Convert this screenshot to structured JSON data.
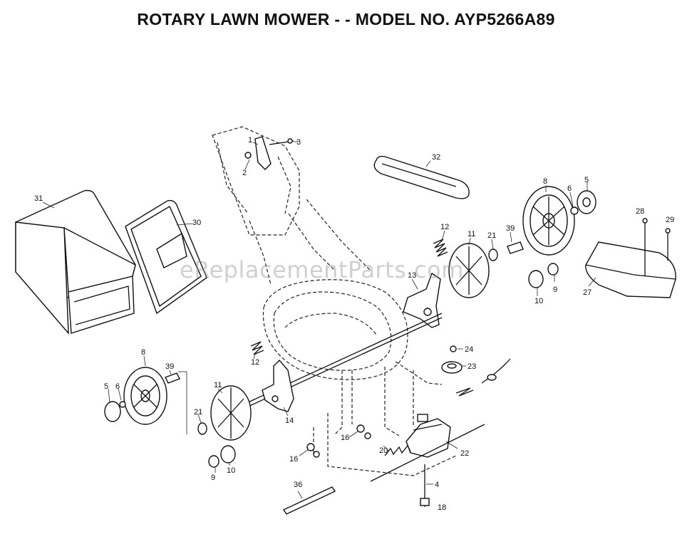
{
  "title": "ROTARY LAWN MOWER - - MODEL NO. AYP5266A89",
  "watermark": "eReplacementParts.com",
  "parts": [
    {
      "id": "p1",
      "label": "1"
    },
    {
      "id": "p2",
      "label": "2"
    },
    {
      "id": "p3",
      "label": "3"
    },
    {
      "id": "p32",
      "label": "32"
    },
    {
      "id": "p31",
      "label": "31"
    },
    {
      "id": "p30",
      "label": "30"
    },
    {
      "id": "p8a",
      "label": "8"
    },
    {
      "id": "p6a",
      "label": "6"
    },
    {
      "id": "p5a",
      "label": "5"
    },
    {
      "id": "p28",
      "label": "28"
    },
    {
      "id": "p29",
      "label": "29"
    },
    {
      "id": "p12a",
      "label": "12"
    },
    {
      "id": "p11a",
      "label": "11"
    },
    {
      "id": "p21a",
      "label": "21"
    },
    {
      "id": "p39a",
      "label": "39"
    },
    {
      "id": "p13",
      "label": "13"
    },
    {
      "id": "p27",
      "label": "27"
    },
    {
      "id": "p9a",
      "label": "9"
    },
    {
      "id": "p10a",
      "label": "10"
    },
    {
      "id": "p12b",
      "label": "12"
    },
    {
      "id": "p24",
      "label": "24"
    },
    {
      "id": "p23",
      "label": "23"
    },
    {
      "id": "p8b",
      "label": "8"
    },
    {
      "id": "p39b",
      "label": "39"
    },
    {
      "id": "p5b",
      "label": "5"
    },
    {
      "id": "p6b",
      "label": "6"
    },
    {
      "id": "p11b",
      "label": "11"
    },
    {
      "id": "p21b",
      "label": "21"
    },
    {
      "id": "p14",
      "label": "14"
    },
    {
      "id": "p16a",
      "label": "16"
    },
    {
      "id": "p20",
      "label": "20"
    },
    {
      "id": "p22",
      "label": "22"
    },
    {
      "id": "p16b",
      "label": "16"
    },
    {
      "id": "p9b",
      "label": "9"
    },
    {
      "id": "p10b",
      "label": "10"
    },
    {
      "id": "p4",
      "label": "4"
    },
    {
      "id": "p36",
      "label": "36"
    },
    {
      "id": "p18",
      "label": "18"
    }
  ]
}
